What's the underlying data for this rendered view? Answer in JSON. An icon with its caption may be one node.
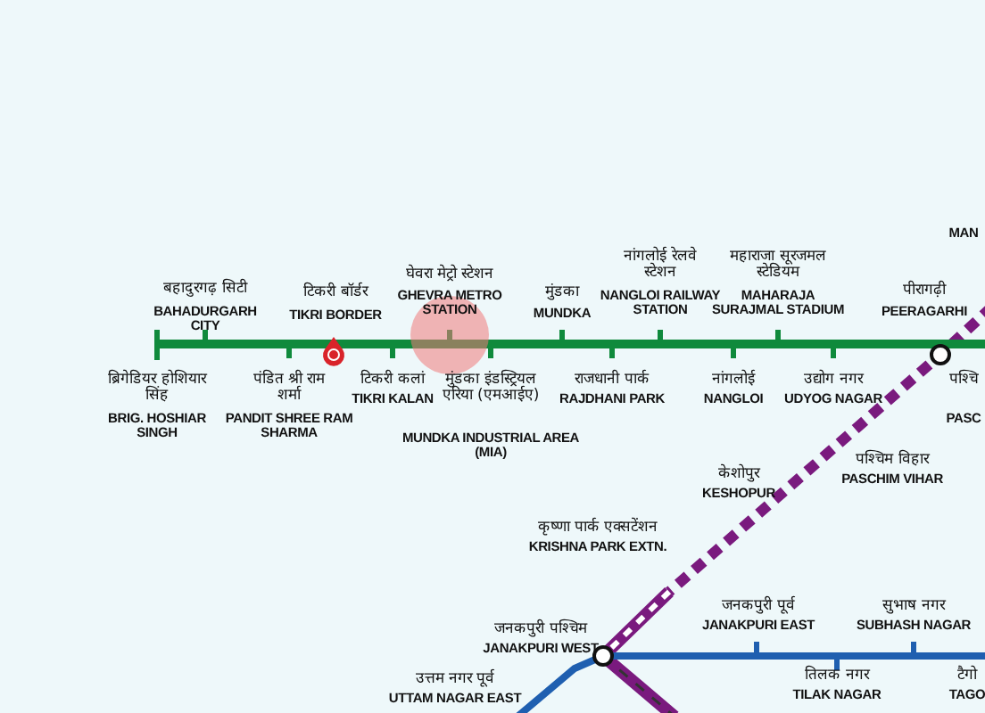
{
  "diagram": {
    "labels": [
      "बहादुरगढ़ सिटी",
      "BAHADURGARH CITY",
      "टिकरी बॉर्डर",
      "TIKRI BORDER",
      "घेवरा मेट्रो स्टेशन",
      "GHEVRA METRO STATION",
      "मुंडका",
      "MUNDKA",
      "नांगलोई रेलवे स्टेशन",
      "NANGLOI RAILWAY STATION",
      "महाराजा सूरजमल स्टेडियम",
      "MAHARAJA SURAJMAL STADIUM",
      "पीरागढ़ी",
      "PEERAGARHI",
      "MAN",
      "ब्रिगेडियर होशियार सिंह",
      "BRIG. HOSHIAR SINGH",
      "पंडित श्री राम शर्मा",
      "PANDIT SHREE RAM SHARMA",
      "टिकरी कलां",
      "TIKRI KALAN",
      "मुंडका इंडस्ट्रियल एरिया (एमआईए)",
      "MUNDKA INDUSTRIAL AREA (MIA)",
      "राजधानी पार्क",
      "RAJDHANI PARK",
      "नांगलोई",
      "NANGLOI",
      "उद्योग नगर",
      "UDYOG NAGAR",
      "पश्चि",
      "PASC",
      "केशोपुर",
      "KESHOPUR",
      "पश्चिम विहार",
      "PASCHIM VIHAR",
      "कृष्णा पार्क एक्सटेंशन",
      "KRISHNA PARK EXTN.",
      "जनकपुरी पश्चिम",
      "JANAKPURI WEST",
      "जनकपुरी पूर्व",
      "JANAKPURI EAST",
      "सुभाष नगर",
      "SUBHASH NAGAR",
      "उत्तम नगर पूर्व",
      "UTTAM NAGAR EAST",
      "तिलक नगर",
      "TILAK NAGAR",
      "टैगो",
      "TAGO"
    ]
  }
}
